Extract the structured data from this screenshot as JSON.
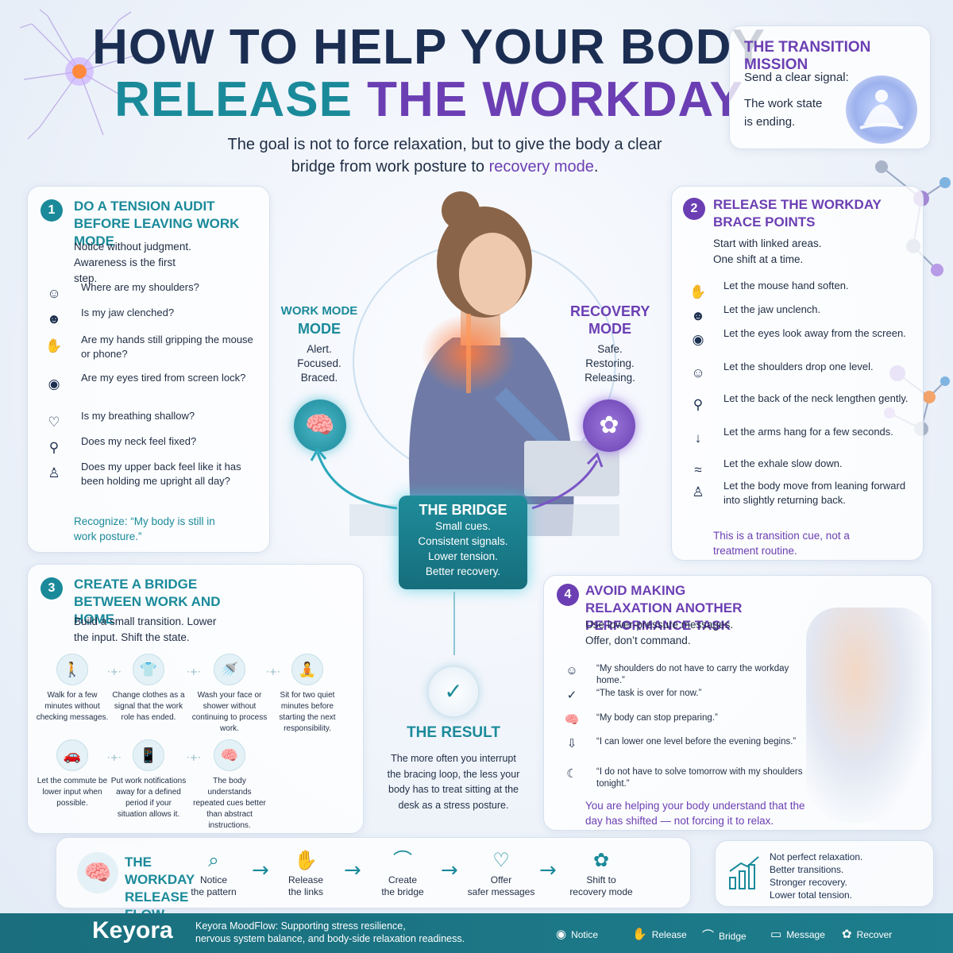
{
  "title": {
    "line1": "HOW TO HELP YOUR BODY",
    "line2a": "RELEASE",
    "line2b": "THE WORKDAY"
  },
  "subtitle": {
    "part1": "The goal is not to force relaxation, but to give the body a clear bridge from work posture to",
    "highlight": "recovery mode",
    "end": "."
  },
  "mission": {
    "heading": "THE TRANSITION MISSION",
    "line1": "Send a clear signal:",
    "line2": "The work state is ending.",
    "icon": "meditation-icon"
  },
  "section1": {
    "number": "1",
    "heading": "DO A TENSION AUDIT BEFORE LEAVING WORK MODE",
    "sub": "Notice without judgment. Awareness is the first step.",
    "questions": [
      {
        "icon": "shoulders-icon",
        "text": "Where are my shoulders?"
      },
      {
        "icon": "face-icon",
        "text": "Is my jaw clenched?"
      },
      {
        "icon": "hand-icon",
        "text": "Are my hands still gripping the mouse or phone?"
      },
      {
        "icon": "eye-icon",
        "text": "Are my eyes tired from screen lock?"
      },
      {
        "icon": "lungs-icon",
        "text": "Is my breathing shallow?"
      },
      {
        "icon": "neck-icon",
        "text": "Does my neck feel fixed?"
      },
      {
        "icon": "upper-back-icon",
        "text": "Does my upper back feel like it has been holding me upright all day?"
      }
    ],
    "recognize": "Recognize: “My body is still in work posture.”"
  },
  "section2": {
    "number": "2",
    "heading": "RELEASE THE WORKDAY BRACE POINTS",
    "sub": "Start with linked areas. One shift at a time.",
    "items": [
      {
        "icon": "hand-icon",
        "text": "Let the mouse hand soften."
      },
      {
        "icon": "face-icon",
        "text": "Let the jaw unclench."
      },
      {
        "icon": "eye-icon",
        "text": "Let the eyes look away from the screen."
      },
      {
        "icon": "shoulders-icon",
        "text": "Let the shoulders drop one level."
      },
      {
        "icon": "neck-icon",
        "text": "Let the back of the neck lengthen gently."
      },
      {
        "icon": "arm-icon",
        "text": "Let the arms hang for a few seconds."
      },
      {
        "icon": "exhale-icon",
        "text": "Let the exhale slow down."
      },
      {
        "icon": "body-icon",
        "text": "Let the body move from leaning forward into slightly returning back."
      }
    ],
    "footer": "This is a transition cue, not a treatment routine."
  },
  "section3": {
    "number": "3",
    "heading": "CREATE A BRIDGE BETWEEN WORK AND HOME",
    "sub": "Build a small transition. Lower the input. Shift the state.",
    "items": [
      {
        "icon": "walk-icon",
        "text": "Walk for a few minutes without checking messages."
      },
      {
        "icon": "shirt-icon",
        "text": "Change clothes as a signal that the work role has ended."
      },
      {
        "icon": "shower-icon",
        "text": "Wash your face or shower without continuing to process work."
      },
      {
        "icon": "sit-icon",
        "text": "Sit for two quiet minutes before starting the next responsibility."
      },
      {
        "icon": "car-icon",
        "text": "Let the commute be lower input when possible."
      },
      {
        "icon": "phone-icon",
        "text": "Put work notifications away for a defined period if your situation allows it."
      },
      {
        "icon": "brain-icon",
        "text": "The body understands repeated cues better than abstract instructions."
      }
    ]
  },
  "center": {
    "work_mode": {
      "heading_line1": "WORK MODE",
      "heading_line2": "MODE",
      "body": [
        "Alert.",
        "Focused.",
        "Braced."
      ],
      "icon": "brain-icon"
    },
    "recovery_mode": {
      "heading_line1": "RECOVERY",
      "heading_line2": "MODE",
      "body": [
        "Safe.",
        "Restoring.",
        "Releasing."
      ],
      "icon": "lotus-icon"
    },
    "bridge": {
      "heading": "THE BRIDGE",
      "lines": [
        "Small cues.",
        "Consistent signals.",
        "Lower tension.",
        "Better recovery."
      ]
    }
  },
  "result": {
    "icon": "shield-check-icon",
    "heading": "THE RESULT",
    "body": "The more often you interrupt the bracing loop, the less your body has to treat sitting at the desk as a stress posture."
  },
  "section4": {
    "number": "4",
    "heading": "AVOID MAKING RELAXATION ANOTHER PERFORMANCE TASK",
    "sub": "Use lower-pressure messages. Offer, don’t command.",
    "messages": [
      {
        "icon": "shoulders-icon",
        "text": "“My shoulders do not have to carry the workday home.”"
      },
      {
        "icon": "check-icon",
        "text": "“The task is over for now.”"
      },
      {
        "icon": "brain-icon",
        "text": "“My body can stop preparing.”"
      },
      {
        "icon": "arrow-down-icon",
        "text": "“I can lower one level before the evening begins.”"
      },
      {
        "icon": "moon-icon",
        "text": "“I do not have to solve tomorrow with my shoulders tonight.”"
      }
    ],
    "footer": "You are helping your body understand that the day has shifted — not forcing it to relax."
  },
  "flow": {
    "title": "THE WORKDAY RELEASE FLOW",
    "icon": "brain-icon",
    "steps": [
      {
        "icon": "search-icon",
        "line1": "Notice",
        "line2": "the pattern"
      },
      {
        "icon": "hands-icon",
        "line1": "Release",
        "line2": "the links"
      },
      {
        "icon": "bridge-icon",
        "line1": "Create",
        "line2": "the bridge"
      },
      {
        "icon": "message-heart-icon",
        "line1": "Offer",
        "line2": "safer messages"
      },
      {
        "icon": "lotus-icon",
        "line1": "Shift to",
        "line2": "recovery mode"
      }
    ]
  },
  "summary": {
    "icon": "growth-chart-icon",
    "lines": [
      "Not perfect relaxation.",
      "Better transitions.",
      "Stronger recovery.",
      "Lower total tension."
    ]
  },
  "footer": {
    "logo": "Keyora",
    "text_line1": "Keyora MoodFlow: Supporting stress resilience,",
    "text_line2": "nervous system balance, and body-side relaxation readiness.",
    "nav": [
      {
        "icon": "eye-icon",
        "label": "Notice"
      },
      {
        "icon": "hand-icon",
        "label": "Release"
      },
      {
        "icon": "bridge-icon",
        "label": "Bridge"
      },
      {
        "icon": "message-icon",
        "label": "Message"
      },
      {
        "icon": "lotus-icon",
        "label": "Recover"
      }
    ]
  },
  "colors": {
    "teal": "#1a8a9a",
    "purple": "#6b3fb3",
    "navy": "#1b2e52",
    "footer": "#1a6e7d"
  }
}
